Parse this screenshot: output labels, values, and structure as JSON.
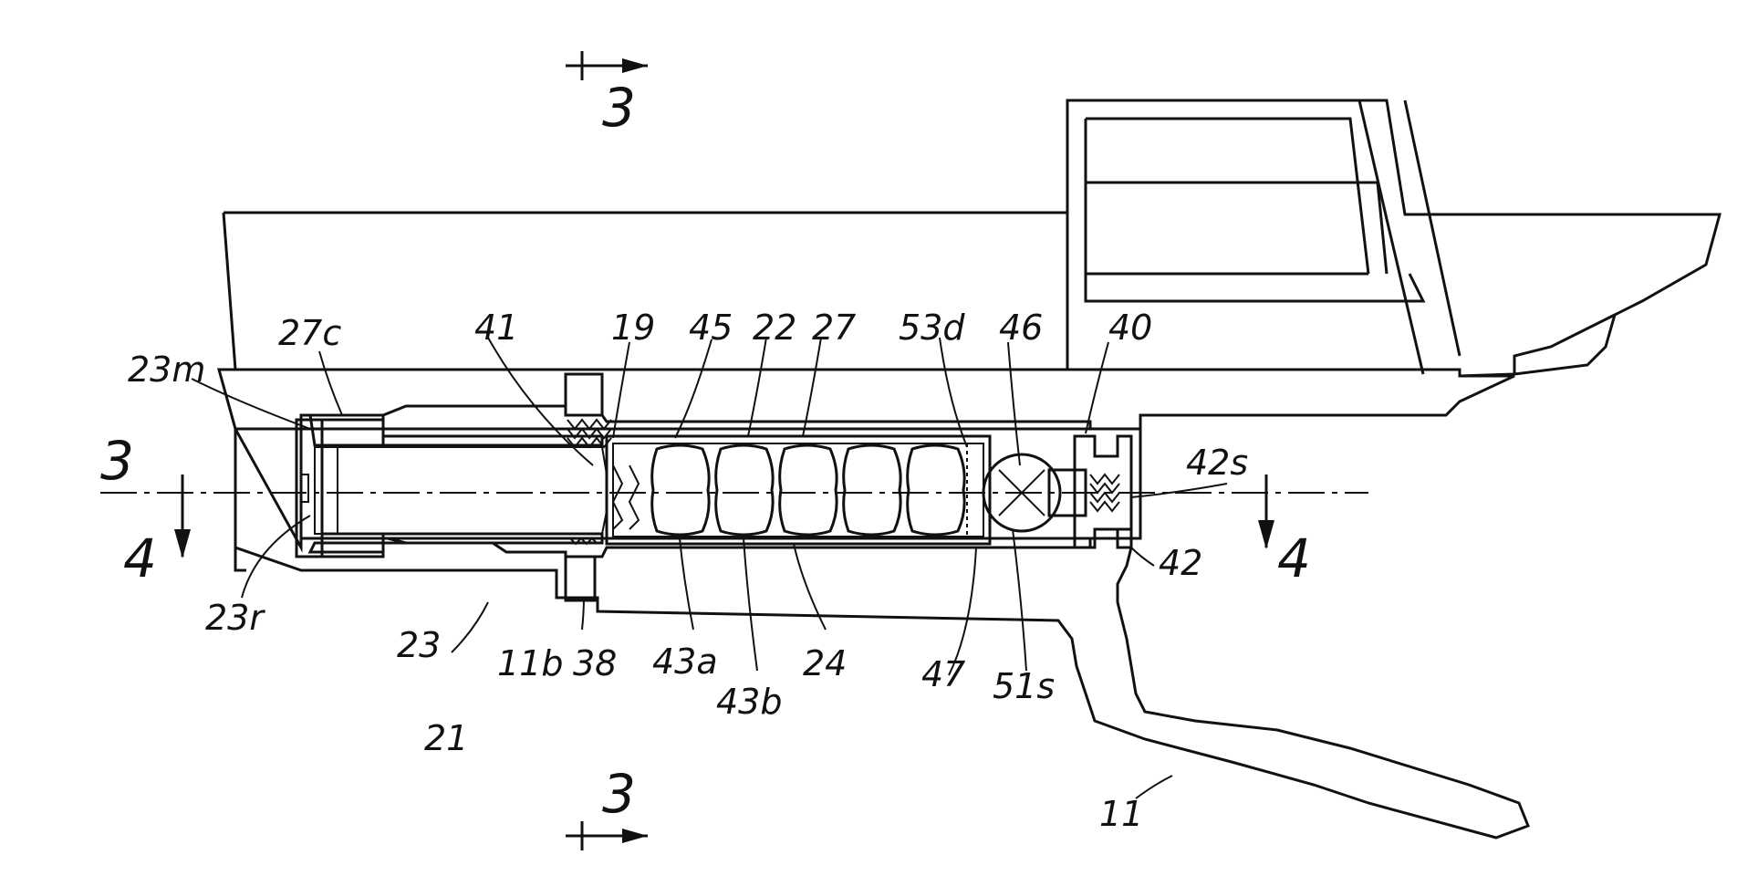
{
  "labels": {
    "l27c": "27c",
    "l23m": "23m",
    "l41": "41",
    "l19": "19",
    "l45": "45",
    "l22": "22",
    "l27": "27",
    "l53d": "53d",
    "l46": "46",
    "l40": "40",
    "l42s": "42s",
    "l42": "42",
    "l23r": "23r",
    "l23": "23",
    "l21": "21",
    "l11b": "11b",
    "l38": "38",
    "l43a": "43a",
    "l43b": "43b",
    "l24": "24",
    "l47": "47",
    "l51s": "51s",
    "l11": "11"
  },
  "sections": {
    "top3": "3",
    "bottom3": "3",
    "left3": "3",
    "left4": "4",
    "right4": "4"
  }
}
